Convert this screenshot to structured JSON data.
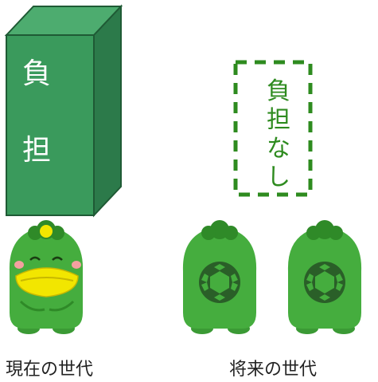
{
  "current": {
    "box_chars": [
      "負",
      "担"
    ],
    "caption": "現在の世代"
  },
  "future": {
    "none_chars": [
      "負",
      "担",
      "な",
      "し"
    ],
    "caption": "将来の世代"
  },
  "colors": {
    "box_front": "#3a9a5c",
    "box_side": "#2c7a4a",
    "box_top": "#4dac6f",
    "dash_green": "#2e8b1f",
    "kappa_green": "#45ad3e",
    "kappa_dark": "#2a7a2a",
    "beak_yellow": "#f2e600",
    "cheek_pink": "#f4a0a0"
  }
}
